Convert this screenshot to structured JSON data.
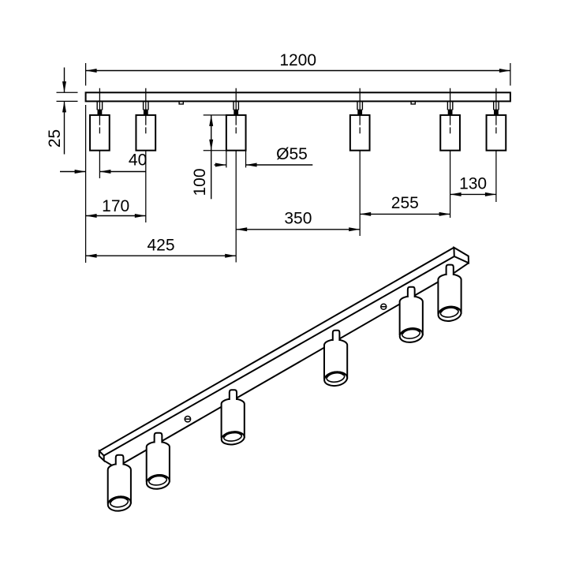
{
  "drawing": {
    "kind": "technical dimension drawing",
    "subject": "six-spot ceiling light bar",
    "background_color": "#ffffff",
    "line_color": "#000000",
    "views": [
      "front elevation with dimensions",
      "isometric bottom view"
    ],
    "dimensions": {
      "total_length": "1200",
      "bar_height": "25",
      "spot1_offset_from_end": "40",
      "spot2_offset_from_end": "170",
      "spot3_offset_from_end": "425",
      "spot_body_height": "100",
      "spot_diameter": "Ø55",
      "spacing_spot3_spot4": "350",
      "spacing_spot4_spot5": "255",
      "spacing_spot5_spot6": "130"
    }
  }
}
